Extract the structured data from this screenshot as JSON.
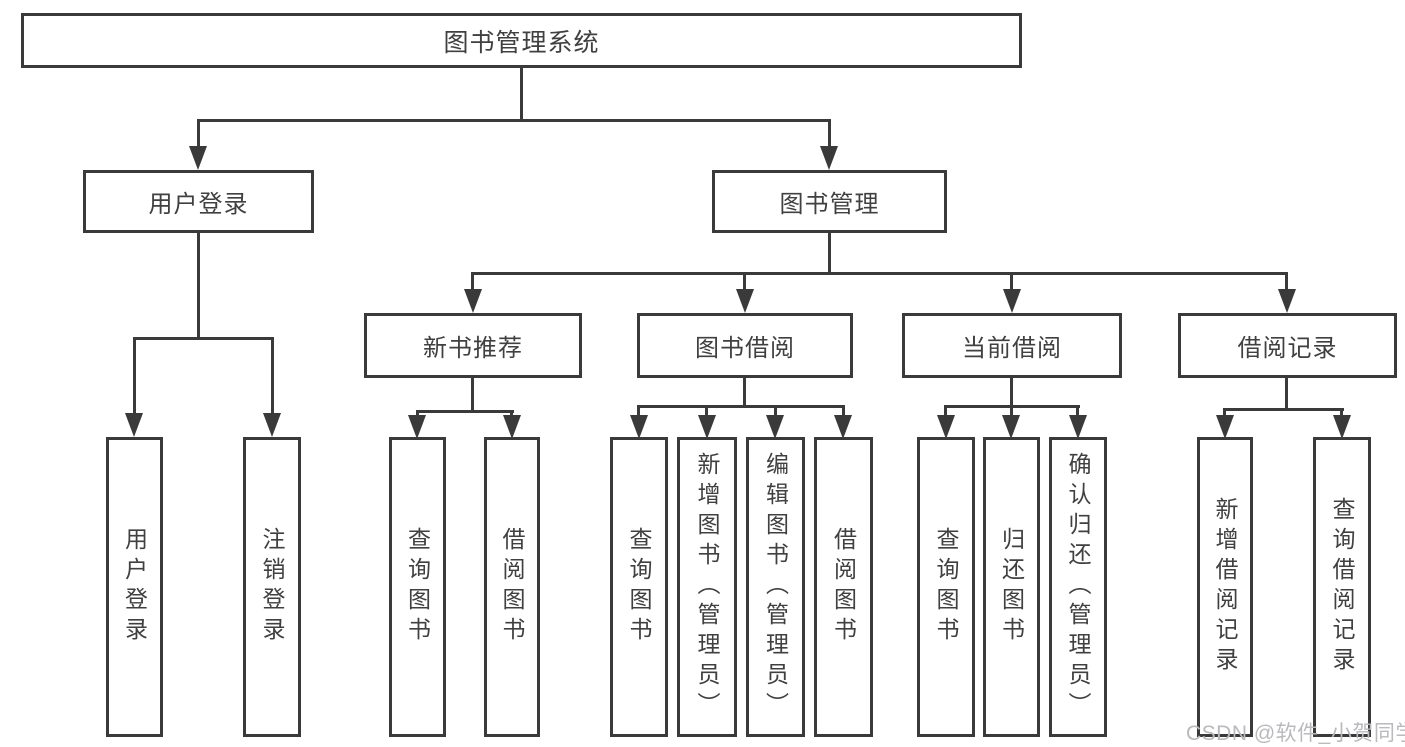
{
  "nodes": {
    "root": "图书管理系统",
    "user_login": "用户登录",
    "book_mgmt": "图书管理",
    "new_book_rec": "新书推荐",
    "book_borrow": "图书借阅",
    "current_borrow": "当前借阅",
    "borrow_records": "借阅记录",
    "user_login_leaf": "用户登录",
    "logout_leaf": "注销登录",
    "query_books_1": "查询图书",
    "borrow_books_1": "借阅图书",
    "query_books_2": "查询图书",
    "add_books_admin": "新增图书（管理员）",
    "edit_books_admin": "编辑图书（管理员）",
    "borrow_books_2": "借阅图书",
    "query_books_3": "查询图书",
    "return_books": "归还图书",
    "confirm_return_admin": "确认归还（管理员）",
    "add_borrow_record": "新增借阅记录",
    "query_borrow_record": "查询借阅记录"
  },
  "hierarchy": {
    "图书管理系统": {
      "用户登录": [
        "用户登录",
        "注销登录"
      ],
      "图书管理": {
        "新书推荐": [
          "查询图书",
          "借阅图书"
        ],
        "图书借阅": [
          "查询图书",
          "新增图书（管理员）",
          "编辑图书（管理员）",
          "借阅图书"
        ],
        "当前借阅": [
          "查询图书",
          "归还图书",
          "确认归还（管理员）"
        ],
        "借阅记录": [
          "新增借阅记录",
          "查询借阅记录"
        ]
      }
    }
  },
  "watermark": "CSDN @软件_小贺同学",
  "colors": {
    "line": "#3a3a3a",
    "text": "#404040",
    "wm": "#b9b9be",
    "bg": "#ffffff"
  }
}
